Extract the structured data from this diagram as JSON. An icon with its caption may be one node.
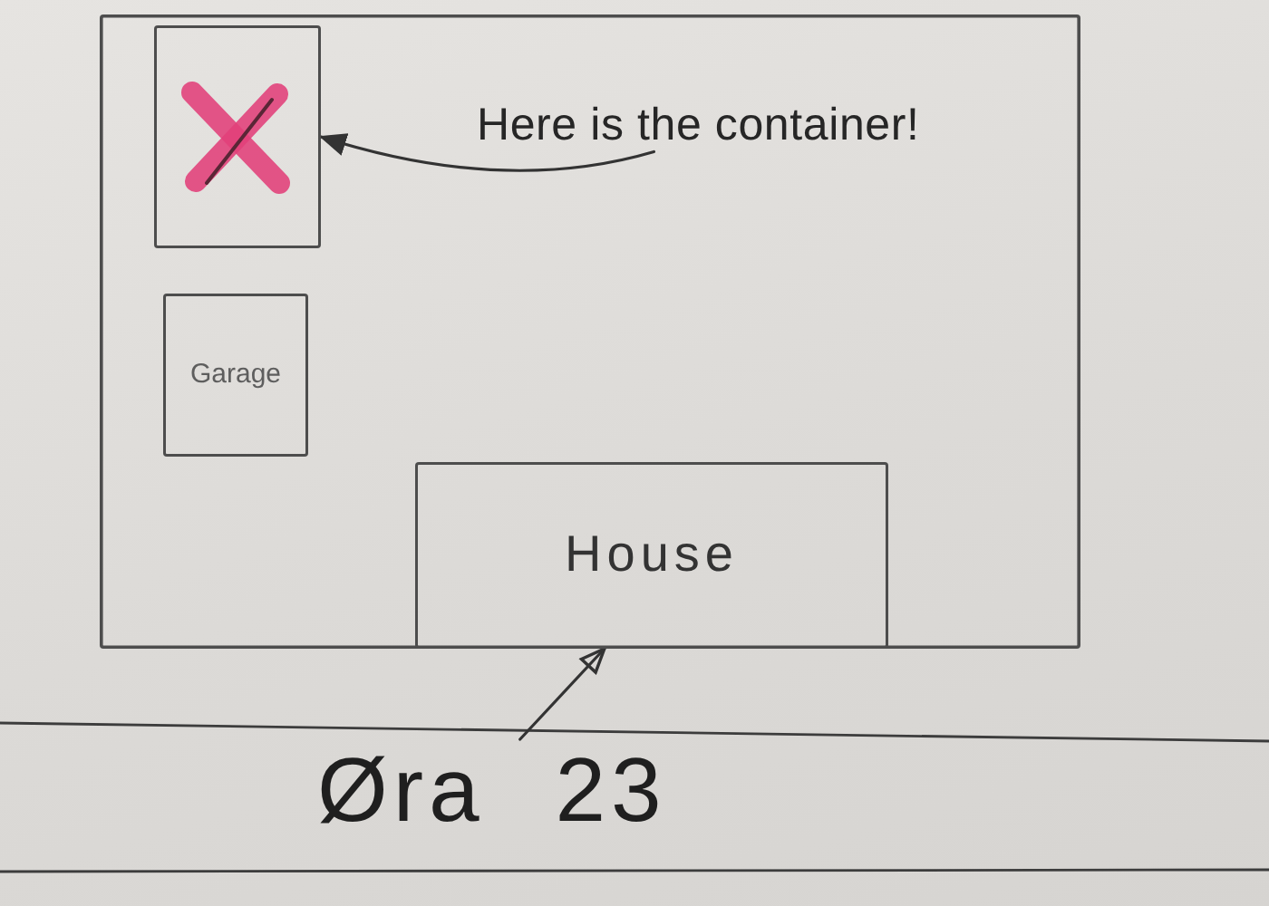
{
  "diagram": {
    "nodes": [
      {
        "text": [],
        "shape": "box"
      },
      {
        "text": [],
        "shape": "box",
        "in": 0
      },
      {
        "text": [
          "Here is the container!"
        ],
        "in": 0
      },
      {
        "text": [
          "Garage"
        ],
        "in": 0
      },
      {
        "text": [
          "House"
        ],
        "in": 0
      },
      {
        "text": [
          "Øra 23"
        ]
      }
    ],
    "edges": [
      {
        "from": 2,
        "to": 1,
        "arrow": "to"
      },
      {
        "from": 5,
        "to": 4,
        "arrow": "to"
      }
    ]
  }
}
